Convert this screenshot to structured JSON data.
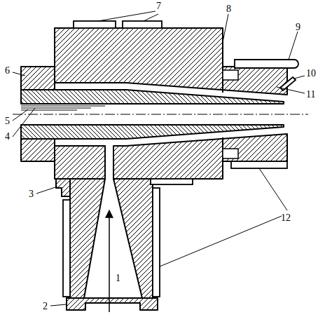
{
  "diagram": {
    "labels": [
      "7",
      "8",
      "9",
      "10",
      "11",
      "6",
      "5",
      "4",
      "3",
      "2",
      "1",
      "12"
    ]
  }
}
